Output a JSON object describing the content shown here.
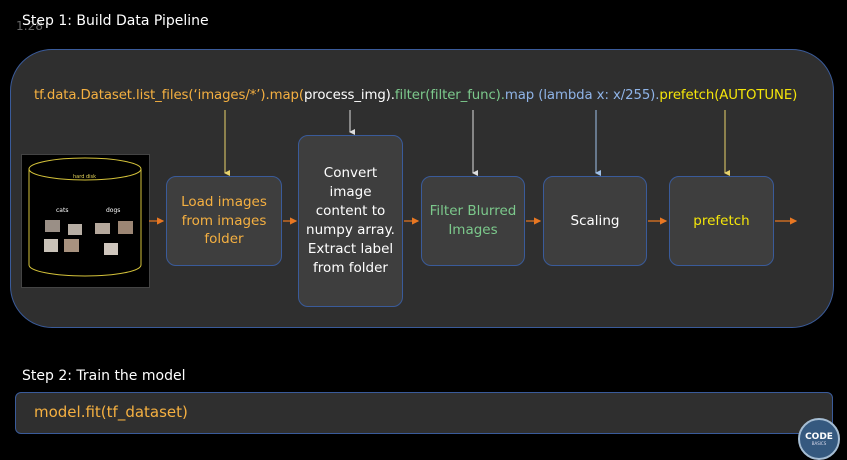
{
  "step1": {
    "title": "Step 1: Build Data Pipeline",
    "timestamp": "1:28"
  },
  "code_line": {
    "part1": "tf.data.Dataset.list_files(‘images/*’).map(",
    "part2": "process_img).",
    "part3": "filter(filter_func).",
    "part4": "map (lambda x: x/255).",
    "part5": "prefetch(AUTOTUNE)"
  },
  "disk": {
    "label": "hard disk",
    "cats_label": "cats",
    "dogs_label": "dogs"
  },
  "boxes": [
    {
      "label": "Load images from images folder",
      "color": "#f5b041"
    },
    {
      "label": "Convert image content to numpy array. Extract label from folder",
      "color": "#ffffff"
    },
    {
      "label": "Filter Blurred Images",
      "color": "#7cc98c"
    },
    {
      "label": "Scaling",
      "color": "#ffffff"
    },
    {
      "label": "prefetch",
      "color": "#f5e60a"
    }
  ],
  "step2": {
    "title": "Step 2: Train the model",
    "code": "model.fit(tf_dataset)"
  },
  "logo": {
    "top": "CODE",
    "bottom": "BASICS"
  },
  "colors": {
    "arrow": "#e87722",
    "panel_border": "#3a5b9a",
    "connector": "#e8d36b"
  }
}
